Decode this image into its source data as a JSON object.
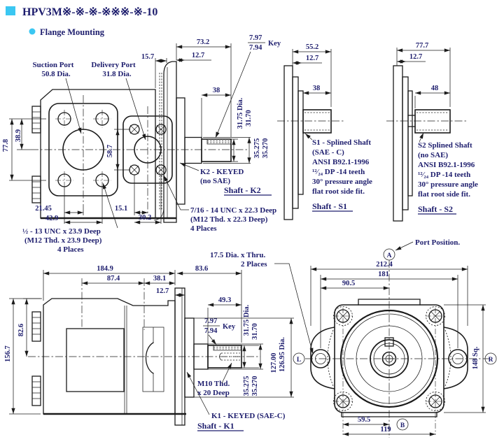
{
  "colors": {
    "accent": "#3bc7f2",
    "ink": "#1d1d6d",
    "line": "#1b1b1b",
    "background": "#ffffff"
  },
  "header": {
    "title": "HPV3M※-※-※-※※※-※-10",
    "subtitle": "Flange Mounting"
  },
  "front_view": {
    "suction_label": "Suction Port",
    "suction_dia": "50.8 Dia.",
    "delivery_label": "Delivery Port",
    "delivery_dia": "31.8 Dia.",
    "dim_body_to_flange": "15.7",
    "dim_suction_bolt_span_v": "77.8",
    "dim_suction_bolt_half_v": "38.9",
    "dim_delivery_bolt_span_v": "58.7",
    "dim_suction_bolt_half_h": "21.45",
    "dim_suction_bolt_span_h": "42.9",
    "dim_delivery_bolt_half_h": "15.1",
    "dim_delivery_bolt_span_h": "30.2",
    "suction_thread_note": [
      "½ - 13 UNC x 23.9 Deep",
      "(M12 Thd. x 23.9 Deep)",
      "4 Places"
    ]
  },
  "shaft_k2": {
    "dim_overall": "73.2",
    "dim_pilot_depth": "12.7",
    "dim_key_length": "38",
    "key_upper": "7.97",
    "key_lower": "7.94",
    "key_word": "Key",
    "shaft_dia_upper": "31.75 Dia.",
    "shaft_dia_lower": "31.70",
    "base_dia_upper": "35.275",
    "base_dia_lower": "35.270",
    "callout_line1": "K2 - KEYED",
    "callout_line2": "(no SAE)",
    "name": "Shaft - K2",
    "thread_note": [
      "7/16 - 14 UNC x 22.3 Deep",
      "(M12 Thd. x 22.3 Deep)",
      "4 Places"
    ]
  },
  "shaft_s1": {
    "dim_overall": "55.2",
    "dim_pilot_depth": "12.7",
    "dim_spline_length": "38",
    "desc": [
      "S1 - Splined Shaft",
      "(SAE - C)",
      "ANSI B92.1-1996",
      "¹²⁄₂₄ DP -14 teeth",
      "30° pressure angle",
      "flat root side fit."
    ],
    "name": "Shaft - S1"
  },
  "shaft_s2": {
    "dim_overall": "77.7",
    "dim_pilot_depth": "12.7",
    "dim_spline_length": "48",
    "desc": [
      "S2 Splined Shaft",
      "(no SAE)",
      "ANSI B92.1-1996",
      "¹²⁄₂₄ DP -14 teeth",
      "30° pressure angle",
      "flat root side fit."
    ],
    "name": "Shaft - S2"
  },
  "side_view": {
    "dim_overall_length": "184.9",
    "dim_port_spacing": "87.4",
    "dim_port_to_flange": "38.1",
    "dim_pilot_depth": "12.7",
    "dim_center_height": "82.6",
    "dim_overall_height": "156.7",
    "dim_shaft_extension": "83.6",
    "dim_key_length": "49.3",
    "key_upper": "7.97",
    "key_lower": "7.94",
    "key_word": "Key",
    "shaft_dia_upper": "31.75 Dia.",
    "shaft_dia_lower": "31.70",
    "base_dia_upper": "35.275",
    "base_dia_lower": "35.270",
    "pilot_dia_upper": "127.00",
    "pilot_dia_lower": "126.95 Dia.",
    "hole_note": [
      "17.5 Dia. x Thru.",
      "2 Places"
    ],
    "thread_note": [
      "M10 Thd.",
      "x 20 Deep"
    ],
    "callout": "K1 - KEYED (SAE-C)",
    "name": "Shaft - K1"
  },
  "face_view": {
    "port_position": "Port Position.",
    "marker_top": "A",
    "marker_left": "L",
    "marker_right": "R",
    "marker_bottom": "B",
    "dim_overall_width": "212.4",
    "dim_ear_bolt_spacing": "181",
    "dim_ear_bolt_half": "90.5",
    "dim_square": "148 Sq.",
    "dim_corner_bolt_half": "59.5",
    "dim_corner_bolt_spacing": "119"
  }
}
